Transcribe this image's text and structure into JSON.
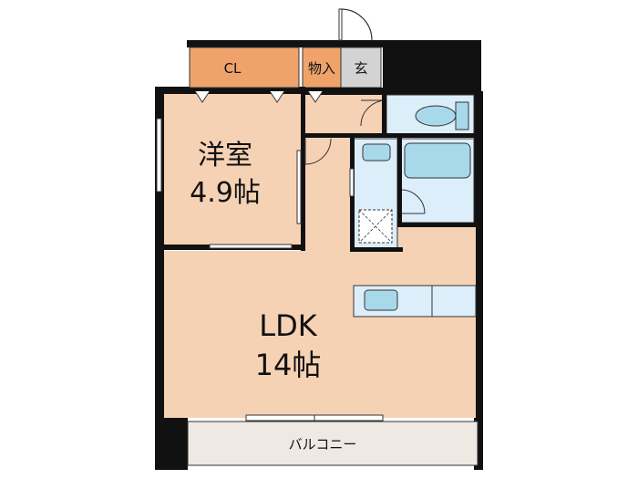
{
  "rooms": {
    "western_room": {
      "label": "洋室",
      "size": "4.9帖"
    },
    "ldk": {
      "label": "LDK",
      "size": "14帖"
    },
    "closet": {
      "label": "CL"
    },
    "storage": {
      "label": "物入"
    },
    "entrance": {
      "label": "玄"
    },
    "balcony": {
      "label": "バルコニー"
    }
  },
  "colors": {
    "wall": "#111111",
    "room_fill": "#f6d2b4",
    "closet_fill": "#efa36b",
    "wet_fill": "#dceefa",
    "fixture_fill": "#a8d9ea",
    "balcony_fill": "#efe9e4",
    "entrance_fill": "#d3d3d3"
  }
}
